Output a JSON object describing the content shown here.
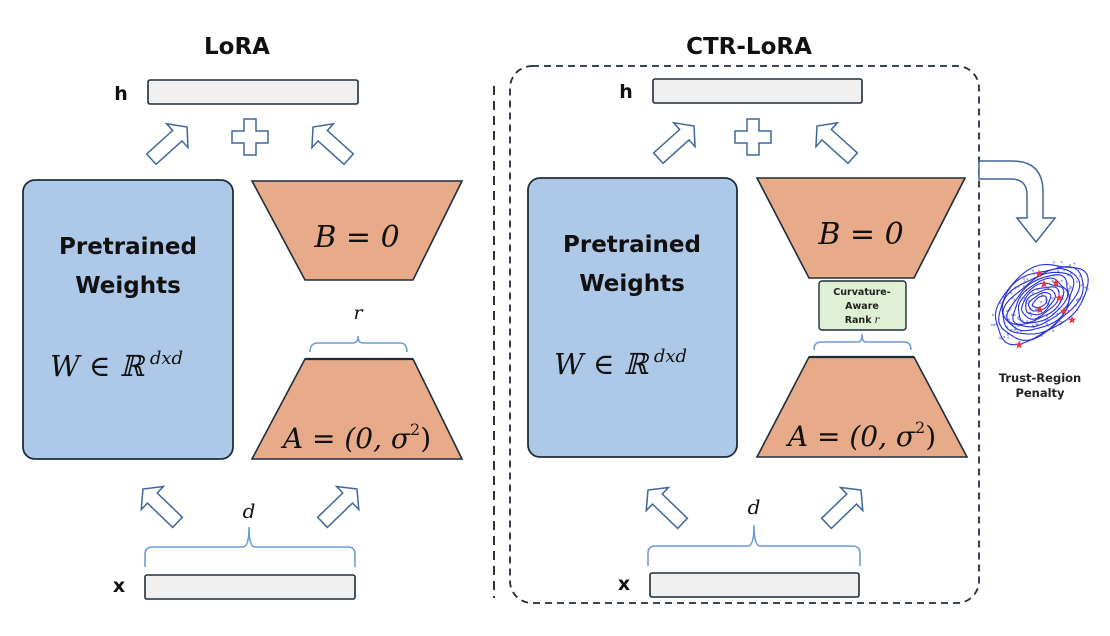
{
  "colors": {
    "pretrained_fill": "#aec9e8",
    "adapter_fill": "#e8ab89",
    "vector_fill": "#f0f0f0",
    "outline": "#1f2d3a",
    "arrow_outline": "#3e679b",
    "brace": "#6e9bd6",
    "rank_box_fill": "#dff0d4",
    "contour": "#2730d8",
    "sample_points": "#9aa3ee",
    "star": "#e8383b"
  },
  "left_panel": {
    "title": "LoRA",
    "output_label": "h",
    "input_label": "x",
    "pretrained": {
      "title_line1": "Pretrained",
      "title_line2": "Weights",
      "formula_main": "W ∈ ℝ",
      "formula_sup": "dxd"
    },
    "matrix_b": "B = 0",
    "matrix_a_main": "A = (0, σ",
    "matrix_a_sup": "2",
    "matrix_a_close": ")",
    "rank_label": "r",
    "dim_label": "d",
    "combine_icon": "plus-icon"
  },
  "right_panel": {
    "title": "CTR-LoRA",
    "output_label": "h",
    "input_label": "x",
    "pretrained": {
      "title_line1": "Pretrained",
      "title_line2": "Weights",
      "formula_main": "W ∈ ℝ",
      "formula_sup": "dxd"
    },
    "matrix_b": "B = 0",
    "matrix_a_main": "A = (0, σ",
    "matrix_a_sup": "2",
    "matrix_a_close": ")",
    "rank_box": {
      "line1": "Curvature-",
      "line2": "Aware",
      "line3": "Rank",
      "rank_symbol": "r"
    },
    "dim_label": "d",
    "combine_icon": "plus-icon"
  },
  "trust_region": {
    "caption_line1": "Trust-Region",
    "caption_line2": "Penalty",
    "icon": "contour-plot-icon",
    "star_count": 8
  }
}
